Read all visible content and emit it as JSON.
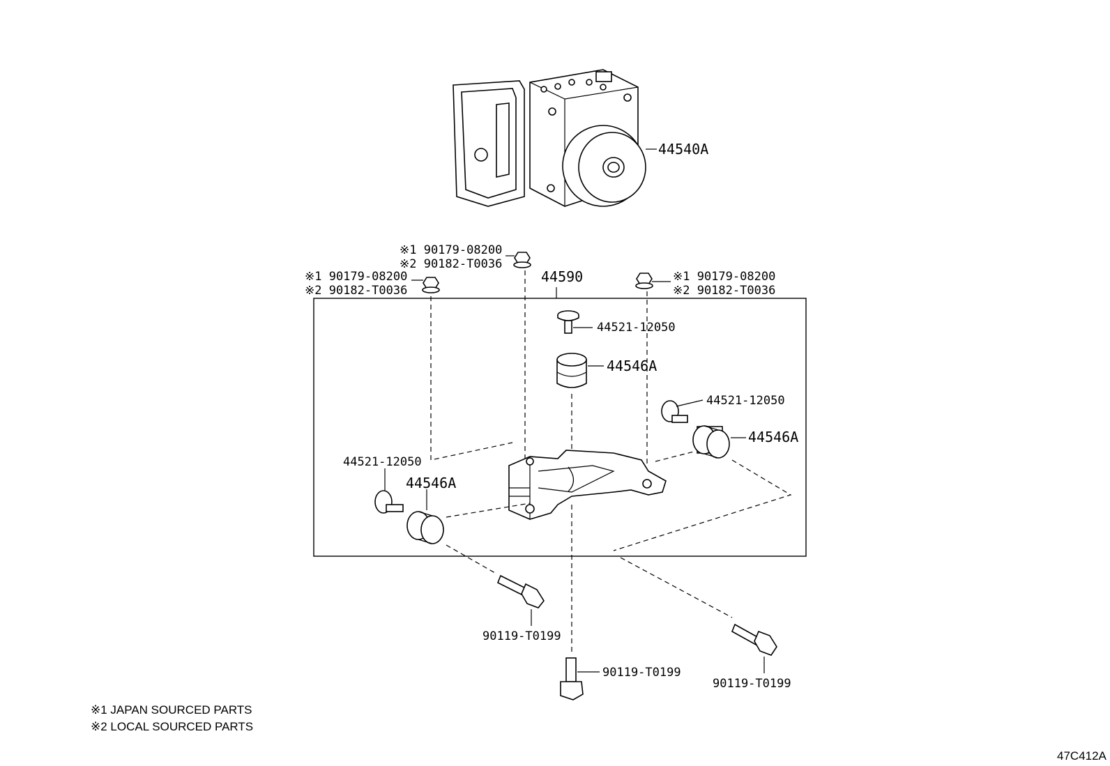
{
  "labels": {
    "abs_actuator": "44540A",
    "bracket_assembly": "44590",
    "bolt_top": "44521-12050",
    "cushion_top": "44546A",
    "bolt_right": "44521-12050",
    "cushion_right": "44546A",
    "bolt_left": "44521-12050",
    "cushion_left": "44546A",
    "mount_bolt_left": "90119-T0199",
    "mount_bolt_center": "90119-T0199",
    "mount_bolt_right": "90119-T0199"
  },
  "nuts": {
    "top_center": {
      "line1": "※1 90179-08200",
      "line2": "※2 90182-T0036"
    },
    "top_left": {
      "line1": "※1 90179-08200",
      "line2": "※2 90182-T0036"
    },
    "top_right": {
      "line1": "※1 90179-08200",
      "line2": "※2 90182-T0036"
    }
  },
  "notes": {
    "note1": "※1 JAPAN SOURCED PARTS",
    "note2": "※2 LOCAL SOURCED PARTS"
  },
  "figure_code": "47C412A"
}
